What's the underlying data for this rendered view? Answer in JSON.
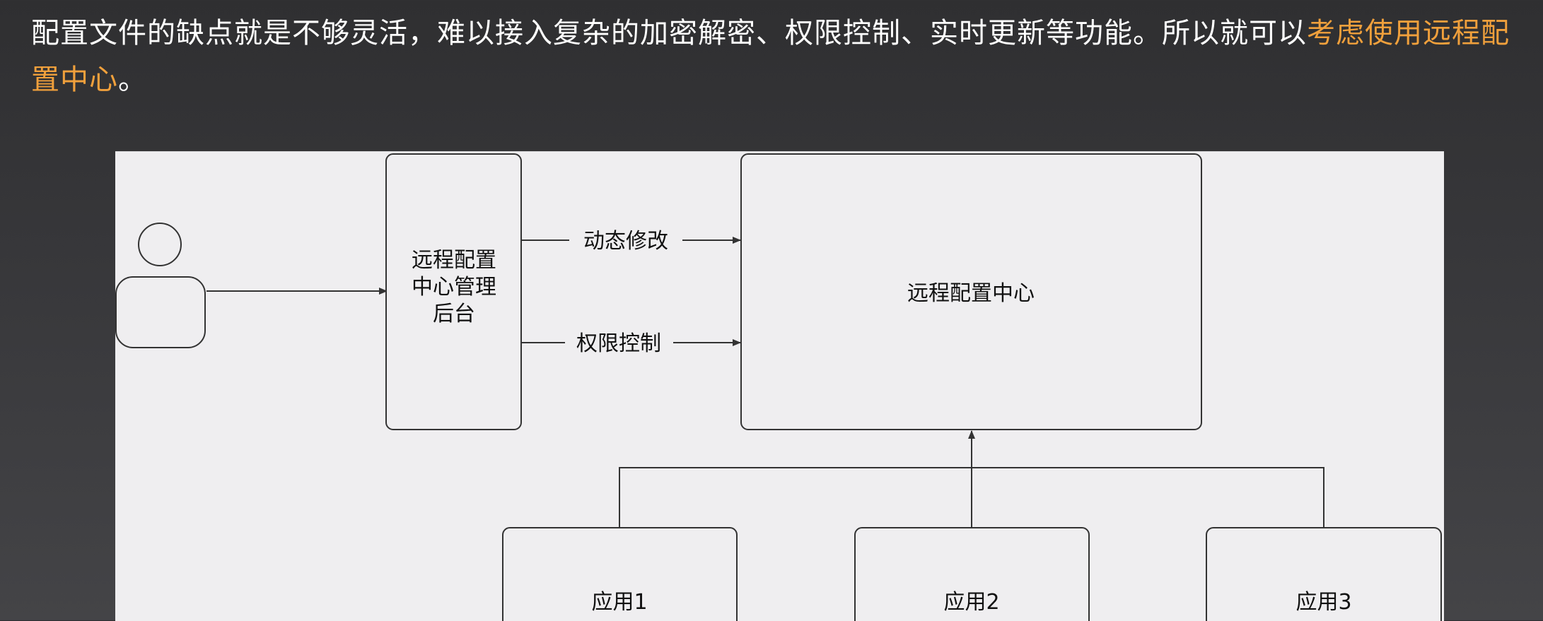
{
  "intro": {
    "text_before": "配置文件的缺点就是不够灵活，难以接入复杂的加密解密、权限控制、实时更新等功能。所以就可以",
    "highlight": "考虑使用远程配置中心",
    "text_after": "。"
  },
  "diagram": {
    "admin_box": {
      "lines": [
        "远程配置",
        "中心管理",
        "后台"
      ]
    },
    "config_center": {
      "label": "远程配置中心"
    },
    "arrow_dynamic": {
      "label": "动态修改"
    },
    "arrow_permission": {
      "label": "权限控制"
    },
    "apps": [
      {
        "label": "应用1"
      },
      {
        "label": "应用2"
      },
      {
        "label": "应用3"
      }
    ]
  },
  "colors": {
    "highlight": "#f0a03c",
    "text": "#ffffff",
    "canvas": "#efeef0",
    "stroke": "#333333"
  }
}
